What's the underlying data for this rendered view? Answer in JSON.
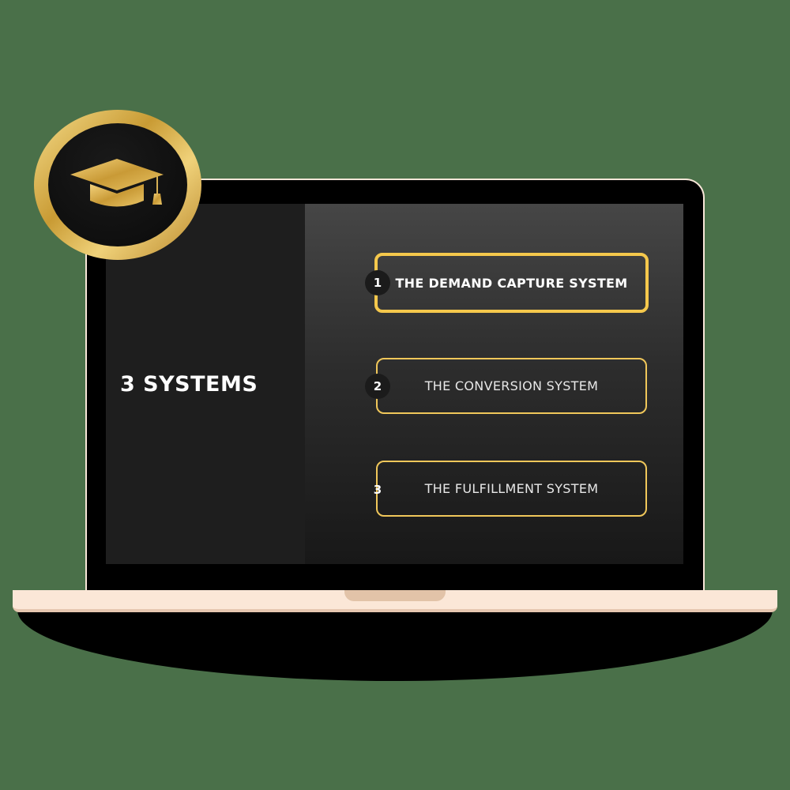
{
  "badge_icon": "graduation-cap-icon",
  "screen": {
    "left_title": "3 SYSTEMS",
    "items": [
      {
        "number": "1",
        "label": "THE DEMAND CAPTURE SYSTEM",
        "active": true
      },
      {
        "number": "2",
        "label": "THE CONVERSION SYSTEM",
        "active": false
      },
      {
        "number": "3",
        "label": "THE FULFILLMENT SYSTEM",
        "active": false
      }
    ]
  },
  "colors": {
    "background": "#4a7049",
    "accent_gold": "#f5c84c",
    "laptop_body": "#fbe7d7",
    "left_panel": "#1e1e1e"
  }
}
